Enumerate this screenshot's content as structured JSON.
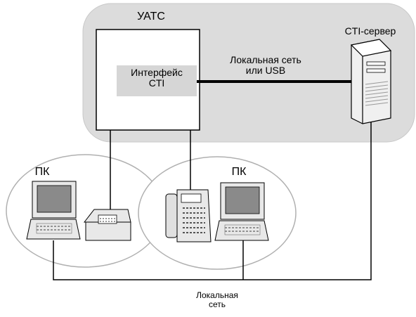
{
  "labels": {
    "pbx": "УАТС",
    "cti_interface": "Интерфейс\nCTI",
    "cti_server": "CTI-сервер",
    "lan_or_usb": "Локальная сеть\nили USB",
    "pc_left": "ПК",
    "pc_right": "ПК",
    "bottom_lan": "Локальная\nсеть"
  },
  "colors": {
    "region_fill": "#dcdcdc",
    "interface_fill": "#d6d6d6",
    "line": "#000000",
    "screen": "#8a8a8a",
    "device": "#e8e8e8"
  },
  "nodes": [
    {
      "id": "pbx",
      "type": "box"
    },
    {
      "id": "cti-interface",
      "type": "box"
    },
    {
      "id": "cti-server",
      "type": "server-icon"
    },
    {
      "id": "pc-left",
      "type": "computer-icon"
    },
    {
      "id": "phone-left",
      "type": "phone-icon"
    },
    {
      "id": "phone-right",
      "type": "multiline-phone-icon"
    },
    {
      "id": "pc-right",
      "type": "computer-icon"
    }
  ],
  "edges": [
    {
      "from": "cti-interface",
      "to": "cti-server",
      "label": "lan_or_usb"
    },
    {
      "from": "pbx",
      "to": "phone-left"
    },
    {
      "from": "pbx",
      "to": "phone-right"
    },
    {
      "from": "pc-left",
      "to": "cti-server",
      "label": "bottom_lan"
    },
    {
      "from": "pc-right",
      "to": "cti-server",
      "label": "bottom_lan"
    }
  ]
}
